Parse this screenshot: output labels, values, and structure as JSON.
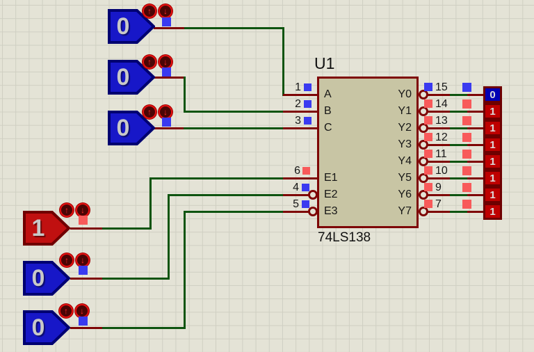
{
  "app": {
    "description": "Proteus-style schematic of a 74LS138 3-to-8 line decoder with logic-state inputs and logic probes"
  },
  "ic": {
    "ref": "U1",
    "part": "74LS138",
    "left_pins": [
      {
        "number": "1",
        "label": "A",
        "state": "0"
      },
      {
        "number": "2",
        "label": "B",
        "state": "0"
      },
      {
        "number": "3",
        "label": "C",
        "state": "0"
      },
      {
        "number": "6",
        "label": "E1",
        "state": "1"
      },
      {
        "number": "4",
        "label": "E2",
        "state": "0"
      },
      {
        "number": "5",
        "label": "E3",
        "state": "0"
      }
    ],
    "right_pins": [
      {
        "number": "15",
        "label": "Y0",
        "state": "0"
      },
      {
        "number": "14",
        "label": "Y1",
        "state": "1"
      },
      {
        "number": "13",
        "label": "Y2",
        "state": "1"
      },
      {
        "number": "12",
        "label": "Y3",
        "state": "1"
      },
      {
        "number": "11",
        "label": "Y4",
        "state": "1"
      },
      {
        "number": "10",
        "label": "Y5",
        "state": "1"
      },
      {
        "number": "9",
        "label": "Y6",
        "state": "1"
      },
      {
        "number": "7",
        "label": "Y7",
        "state": "1"
      }
    ]
  },
  "inputs": [
    {
      "name": "input-a",
      "value": "0"
    },
    {
      "name": "input-b",
      "value": "0"
    },
    {
      "name": "input-c",
      "value": "0"
    },
    {
      "name": "input-e1",
      "value": "1"
    },
    {
      "name": "input-e2",
      "value": "0"
    },
    {
      "name": "input-e3",
      "value": "0"
    }
  ],
  "icons": {
    "toggle_up": "↑",
    "toggle_down": "↓"
  },
  "colors": {
    "background": "#E4E3D6",
    "grid_line": "#CFCFC2",
    "wire_green": "#0E5410",
    "pin_red": "#7E0505",
    "ic_fill": "#C8C5A4",
    "ic_border": "#7E0505",
    "state_low_blue": "#3A3AF0",
    "state_high_red": "#F85A5A",
    "probe_low": "#0000B4",
    "probe_high": "#BE0000",
    "input_low_fill": "#1717C8",
    "input_high_fill": "#C01010"
  }
}
